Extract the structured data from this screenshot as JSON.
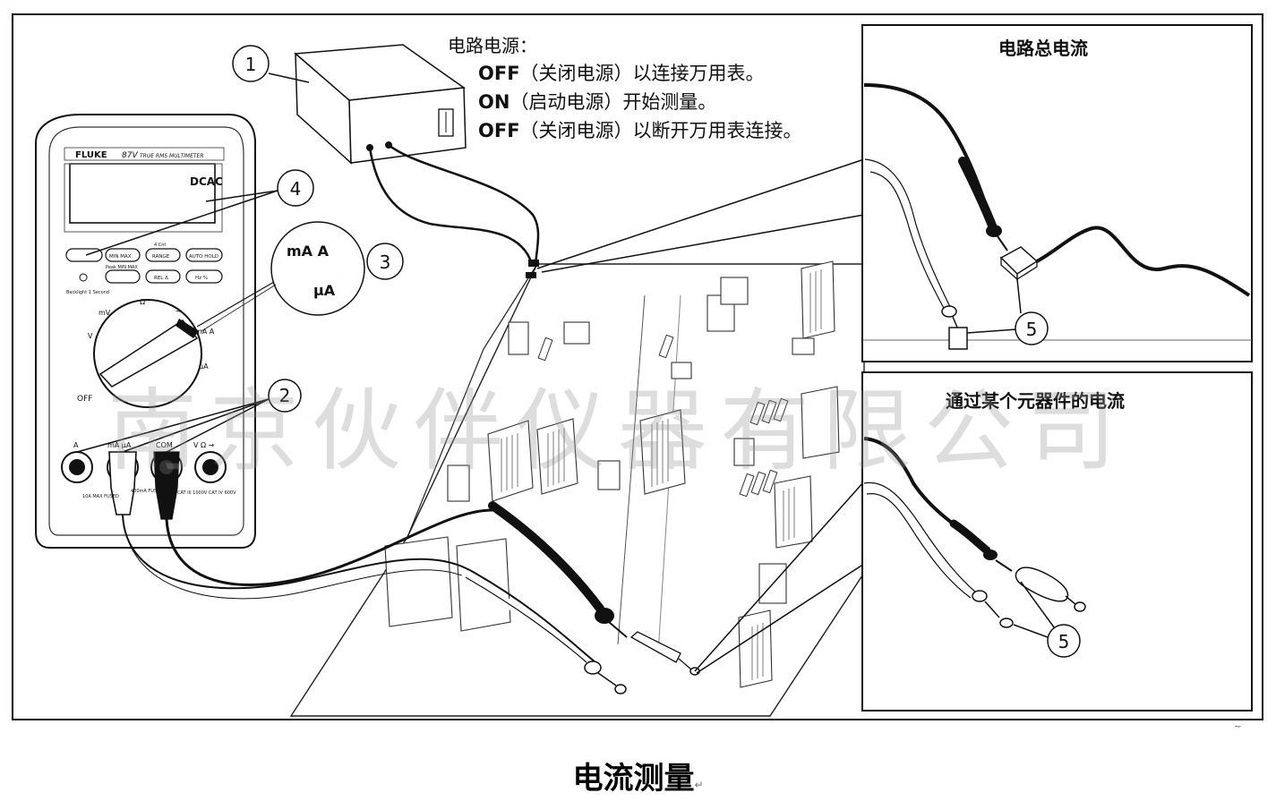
{
  "instructions": {
    "header": "电路电源：",
    "steps": [
      {
        "keyword": "OFF",
        "text": "（关闭电源）以连接万用表。"
      },
      {
        "keyword": "ON",
        "text": "（启动电源）开始测量。"
      },
      {
        "keyword": "OFF",
        "text": "（关闭电源）以断开万用表连接。"
      }
    ]
  },
  "callouts": {
    "c1": "1",
    "c2": "2",
    "c3": "3",
    "c4": "4",
    "c5a": "5",
    "c5b": "5"
  },
  "meter": {
    "brand": "FLUKE",
    "model": "87V",
    "subtitle": "TRUE RMS MULTIMETER",
    "display": "DCAC",
    "buttons": [
      "MIN MAX",
      "RANGE",
      "AUTO HOLD",
      "REL Δ",
      "Hz %"
    ],
    "button_notes": {
      "above_range": "4 Cnt",
      "peak": "Peak MIN MAX"
    },
    "backlight_note": "Backlight 1 Second",
    "dial_labels": {
      "off": "OFF",
      "ma_a": "mA\nA",
      "ua": "µA",
      "mv": "mV",
      "v": "V",
      "ohm": "Ω",
      "diode": "→"
    },
    "jacks": [
      "A",
      "mA µA",
      "COM",
      "V Ω →"
    ],
    "jack_notes": [
      "10A MAX FUSED",
      "400mA FUSED",
      "CAT III 1000V CAT IV 600V"
    ]
  },
  "zoom_switch": {
    "top": "mA\nA",
    "bottom": "µA"
  },
  "panels": [
    {
      "title": "电路总电流"
    },
    {
      "title": "通过某个元器件的电流"
    }
  ],
  "watermark": "南京伙伴仪器有限公司",
  "caption": "电流测量",
  "caption_mark": "↵",
  "colors": {
    "line": "#111111",
    "probe": "#1a1a1a",
    "board": "#ffffff",
    "ink": "#222222"
  }
}
